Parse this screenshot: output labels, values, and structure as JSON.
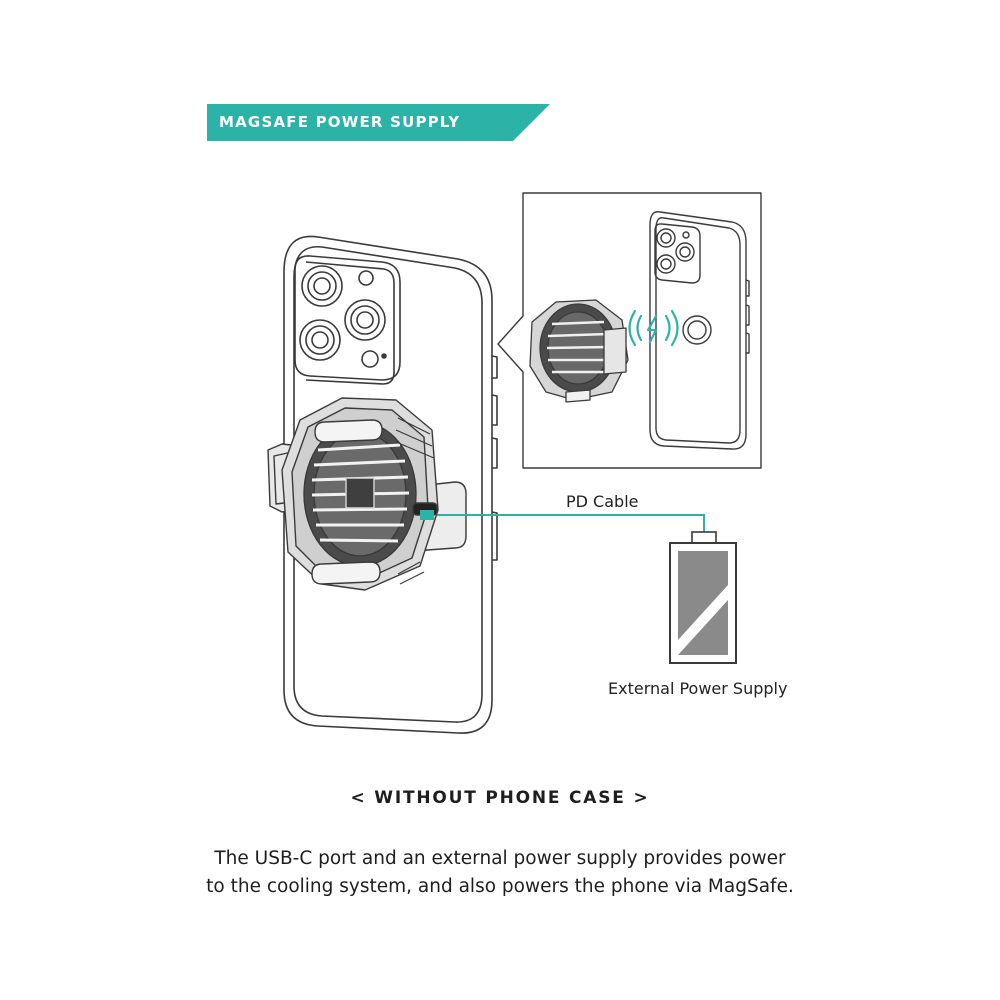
{
  "banner": {
    "title": "MAGSAFE POWER SUPPLY",
    "color": "#2bb3a8"
  },
  "labels": {
    "pd_cable": "PD Cable",
    "external_power_supply": "External Power Supply"
  },
  "subtitle": "< WITHOUT PHONE CASE >",
  "caption": {
    "line1": "The USB-C port and an external power supply provides power",
    "line2": "to the cooling system, and also powers the phone via MagSafe."
  },
  "colors": {
    "accent": "#2bb3a8",
    "line": "#3a3a3a",
    "battery_fill": "#8a8a8a"
  },
  "icons": [
    "wireless-charging-icon",
    "magsafe-ring-icon",
    "battery-icon",
    "fan-icon",
    "usb-c-port-icon"
  ]
}
